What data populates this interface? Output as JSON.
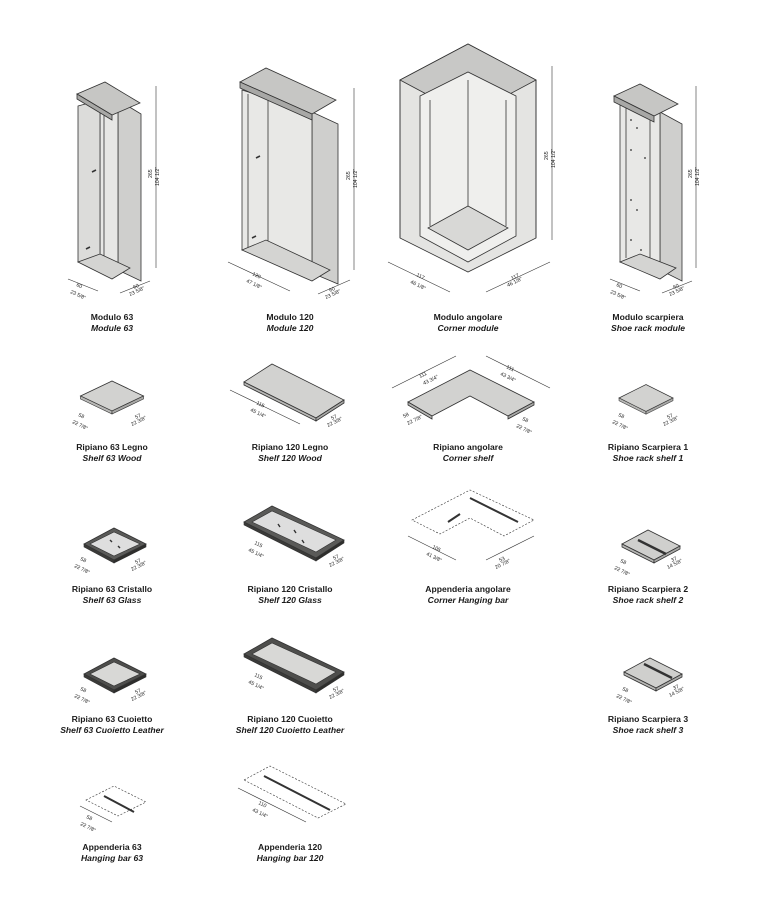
{
  "items": [
    {
      "it": "Modulo 63",
      "en": "Module 63",
      "dims": [
        "60",
        "23 5/8\"",
        "60",
        "23 5/8\"",
        "265",
        "104 1/2\""
      ]
    },
    {
      "it": "Modulo 120",
      "en": "Module 120",
      "dims": [
        "120",
        "47 1/8\"",
        "60",
        "23 5/8\"",
        "265",
        "104 1/2\""
      ]
    },
    {
      "it": "Modulo angolare",
      "en": "Corner module",
      "dims": [
        "117",
        "46 1/8\"",
        "117",
        "46 1/8\"",
        "265",
        "104 1/2\""
      ]
    },
    {
      "it": "Modulo scarpiera",
      "en": "Shoe rack module",
      "dims": [
        "60",
        "23 5/8\"",
        "60",
        "23 5/8\"",
        "265",
        "104 1/2\""
      ]
    },
    {
      "it": "Ripiano 63 Legno",
      "en": "Shelf 63 Wood",
      "dims": [
        "58",
        "22 7/8\"",
        "57",
        "22 3/8\""
      ]
    },
    {
      "it": "Ripiano 120 Legno",
      "en": "Shelf 120 Wood",
      "dims": [
        "115",
        "45 1/4\"",
        "57",
        "22 3/8\""
      ]
    },
    {
      "it": "Ripiano angolare",
      "en": "Corner shelf",
      "dims": [
        "111",
        "43 3/4\"",
        "111",
        "43 3/4\"",
        "58",
        "22 7/8\"",
        "58",
        "22 7/8\""
      ]
    },
    {
      "it": "Ripiano Scarpiera 1",
      "en": "Shoe rack shelf 1",
      "dims": [
        "58",
        "22 7/8\"",
        "57",
        "22 3/8\""
      ]
    },
    {
      "it": "Ripiano 63 Cristallo",
      "en": "Shelf 63 Glass",
      "dims": [
        "58",
        "22 7/8\"",
        "57",
        "22 3/8\""
      ]
    },
    {
      "it": "Ripiano 120 Cristallo",
      "en": "Shelf 120 Glass",
      "dims": [
        "115",
        "45 1/4\"",
        "57",
        "22 3/8\""
      ]
    },
    {
      "it": "Appenderia angolare",
      "en": "Corner Hanging bar",
      "dims": [
        "105",
        "41 3/8\"",
        "53",
        "20 7/8\""
      ]
    },
    {
      "it": "Ripiano Scarpiera 2",
      "en": "Shoe rack shelf 2",
      "dims": [
        "58",
        "22 7/8\"",
        "37",
        "14 5/8\""
      ]
    },
    {
      "it": "Ripiano 63 Cuoietto",
      "en": "Shelf 63 Cuoietto Leather",
      "dims": [
        "58",
        "22 7/8\"",
        "57",
        "22 3/8\""
      ]
    },
    {
      "it": "Ripiano 120 Cuoietto",
      "en": "Shelf 120 Cuoietto Leather",
      "dims": [
        "115",
        "45 1/4\"",
        "57",
        "22 3/8\""
      ]
    },
    {
      "it": "Ripiano Scarpiera 3",
      "en": "Shoe rack shelf 3",
      "dims": [
        "58",
        "22 7/8\"",
        "37",
        "14 5/8\""
      ]
    },
    {
      "it": "Appenderia 63",
      "en": "Hanging bar 63",
      "dims": [
        "58",
        "22 7/8\""
      ]
    },
    {
      "it": "Appenderia 120",
      "en": "Hanging bar 120",
      "dims": [
        "110",
        "43 1/4\""
      ]
    }
  ]
}
